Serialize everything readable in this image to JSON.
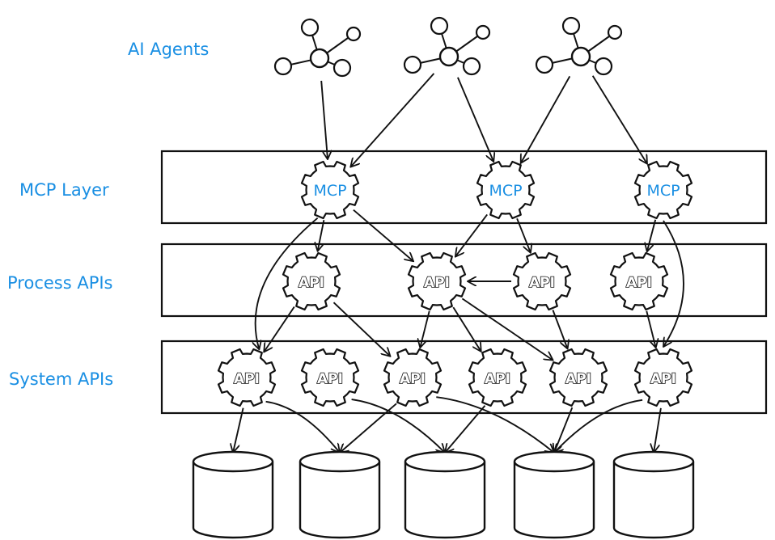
{
  "colors": {
    "label": "#1a8fe3",
    "stroke": "#111111",
    "background": "#ffffff"
  },
  "layers": [
    {
      "id": "agents",
      "label": "AI Agents"
    },
    {
      "id": "mcp",
      "label": "MCP Layer"
    },
    {
      "id": "process",
      "label": "Process APIs"
    },
    {
      "id": "system",
      "label": "System APIs"
    }
  ],
  "agents": [
    {
      "id": "a1",
      "icon": "network-hub-icon"
    },
    {
      "id": "a2",
      "icon": "network-hub-icon"
    },
    {
      "id": "a3",
      "icon": "network-hub-icon"
    }
  ],
  "mcp_nodes": [
    {
      "id": "m1",
      "label": "MCP"
    },
    {
      "id": "m2",
      "label": "MCP"
    },
    {
      "id": "m3",
      "label": "MCP"
    }
  ],
  "process_nodes": [
    {
      "id": "p1",
      "label": "API"
    },
    {
      "id": "p2",
      "label": "API"
    },
    {
      "id": "p3",
      "label": "API"
    },
    {
      "id": "p4",
      "label": "API"
    }
  ],
  "system_nodes": [
    {
      "id": "s1",
      "label": "API"
    },
    {
      "id": "s2",
      "label": "API"
    },
    {
      "id": "s3",
      "label": "API"
    },
    {
      "id": "s4",
      "label": "API"
    },
    {
      "id": "s5",
      "label": "API"
    },
    {
      "id": "s6",
      "label": "API"
    }
  ],
  "databases": [
    {
      "id": "d1",
      "icon": "database-icon"
    },
    {
      "id": "d2",
      "icon": "database-icon"
    },
    {
      "id": "d3",
      "icon": "database-icon"
    },
    {
      "id": "d4",
      "icon": "database-icon"
    },
    {
      "id": "d5",
      "icon": "database-icon"
    }
  ],
  "edges": [
    {
      "from": "a1",
      "to": "m1"
    },
    {
      "from": "a2",
      "to": "m1"
    },
    {
      "from": "a2",
      "to": "m2"
    },
    {
      "from": "a3",
      "to": "m2"
    },
    {
      "from": "a3",
      "to": "m3"
    },
    {
      "from": "m1",
      "to": "p1"
    },
    {
      "from": "m1",
      "to": "p2"
    },
    {
      "from": "m1",
      "to": "s1"
    },
    {
      "from": "m2",
      "to": "p2"
    },
    {
      "from": "m2",
      "to": "p3"
    },
    {
      "from": "m3",
      "to": "p4"
    },
    {
      "from": "m3",
      "to": "s6"
    },
    {
      "from": "p3",
      "to": "p2"
    },
    {
      "from": "p1",
      "to": "s1"
    },
    {
      "from": "p1",
      "to": "s3"
    },
    {
      "from": "p2",
      "to": "s3"
    },
    {
      "from": "p2",
      "to": "s4"
    },
    {
      "from": "p2",
      "to": "s5"
    },
    {
      "from": "p3",
      "to": "s5"
    },
    {
      "from": "p4",
      "to": "s6"
    },
    {
      "from": "s1",
      "to": "d1"
    },
    {
      "from": "s1",
      "to": "d2"
    },
    {
      "from": "s2",
      "to": "d3"
    },
    {
      "from": "s3",
      "to": "d2"
    },
    {
      "from": "s3",
      "to": "d4"
    },
    {
      "from": "s4",
      "to": "d3"
    },
    {
      "from": "s5",
      "to": "d4"
    },
    {
      "from": "s6",
      "to": "d4"
    },
    {
      "from": "s6",
      "to": "d5"
    }
  ]
}
